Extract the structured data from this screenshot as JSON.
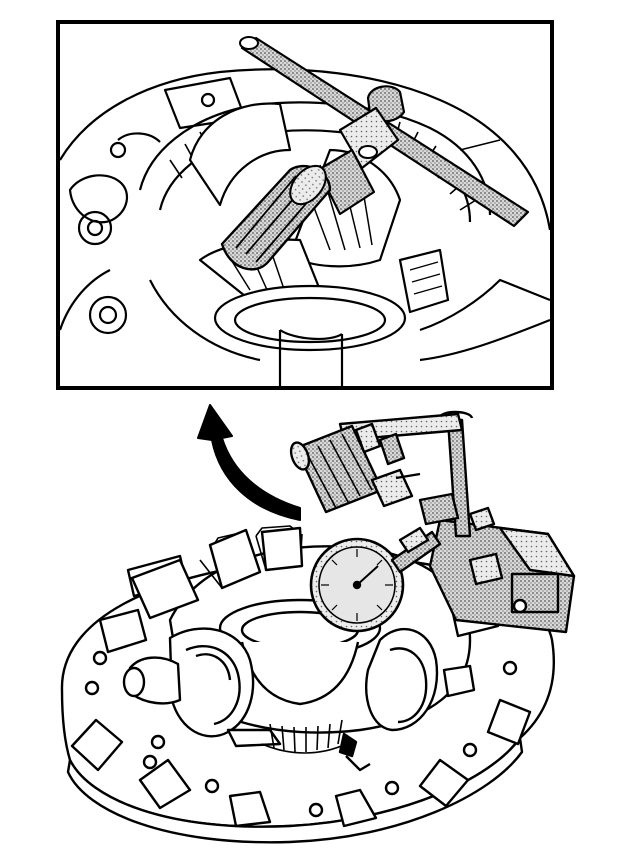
{
  "figure": {
    "kind": "technical line illustration",
    "colors": {
      "ink": "#000000",
      "paper": "#ffffff",
      "stipple": "#9a9a9a",
      "stipple_dark": "#6e6e6e"
    },
    "parts": {
      "inset_view": "detail-inset",
      "callout_arrow": "callout-arrow",
      "differential_housing": "differential-housing",
      "dial_indicator": "dial-indicator",
      "magnetic_base": "magnetic-base",
      "lever_bar": "lever-bar"
    }
  }
}
